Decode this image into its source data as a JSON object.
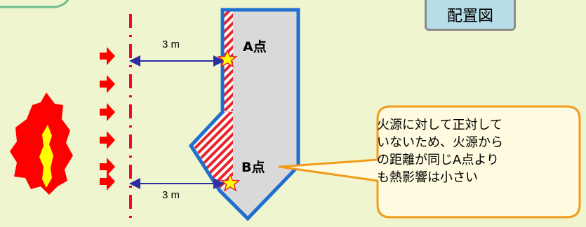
{
  "title": "配置図",
  "point_a": {
    "label": "A点",
    "distance": "3 m"
  },
  "point_b": {
    "label": "B点",
    "distance": "3 m"
  },
  "callout": {
    "lines": [
      "火源に対して正対して",
      "いないため、火源から",
      "の距離が同じA点より",
      "も熱影響は小さい"
    ]
  },
  "colors": {
    "background": "#eef5cf",
    "building_fill": "#d9d9d9",
    "building_outline": "#1f6fd0",
    "arrow": "#ff0000",
    "dashed_line": "#ff0033",
    "dimension_line": "#2e2ea0",
    "callout_fill": "#fffbe0",
    "callout_border": "#f29b1a",
    "title_fill": "#b6dde8",
    "flame_outer": "#ff0000",
    "flame_inner": "#ffff00",
    "star": "#ffff00"
  }
}
